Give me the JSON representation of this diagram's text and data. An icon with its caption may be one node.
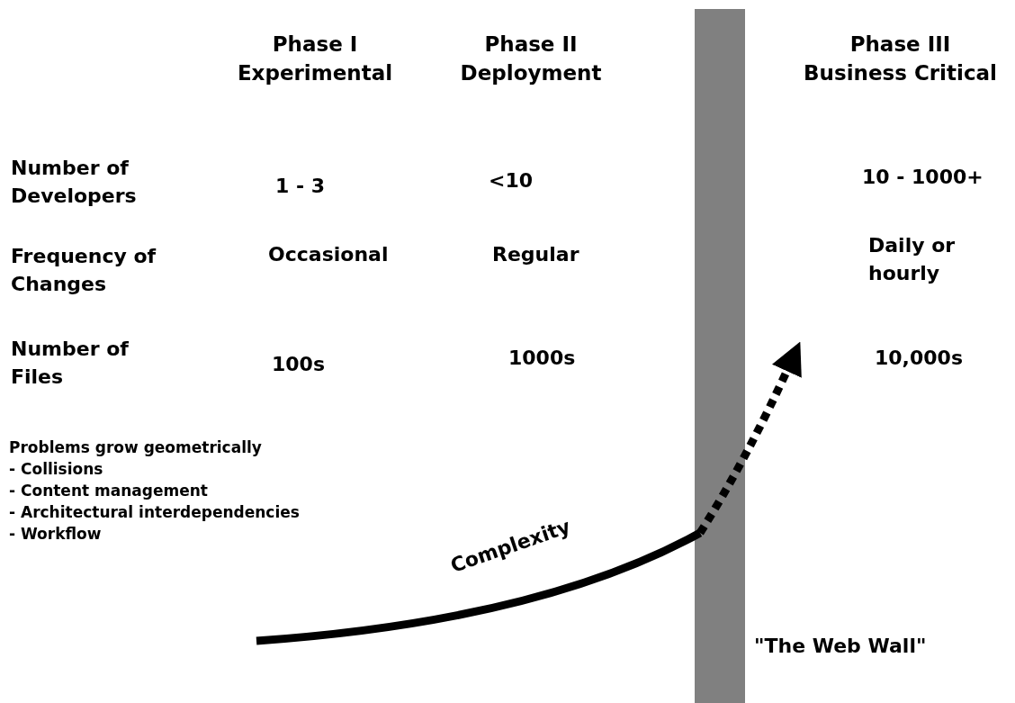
{
  "diagram": {
    "nodes": [
      {
        "text": [],
        "shape": "bar",
        "beside": [
          "\"The Web Wall\""
        ]
      }
    ],
    "labels": [
      "Phase I Experimental",
      "Phase II Deployment",
      "Phase III Business Critical",
      "Number of Developers",
      "1 - 3",
      "<10",
      "10 - 1000+",
      "Frequency of Changes",
      "Occasional",
      "Regular",
      "Daily or hourly",
      "Number of Files",
      "100s",
      "1000s",
      "10,000s",
      "Problems grow geometrically",
      "- Collisions",
      "- Content management",
      "- Architectural interdependencies",
      "- Workflow",
      "Complexity"
    ]
  }
}
